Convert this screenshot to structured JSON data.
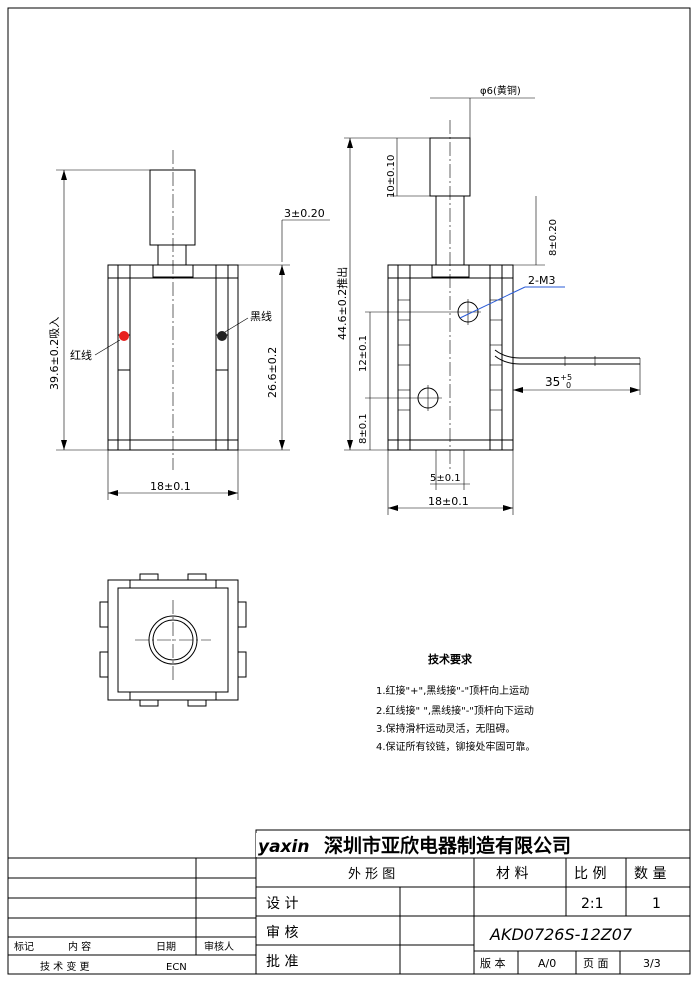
{
  "front_view": {
    "dim_total": "39.6±0.2吸入",
    "dim_stroke": "3±0.20",
    "dim_body": "26.6±0.2",
    "dim_width": "18±0.1",
    "label_red": "红线",
    "label_black": "黑线",
    "wire_colors": {
      "red": "#e8201e",
      "black": "#222222"
    }
  },
  "side_view": {
    "dim_shaft": "φ6(黄铜)",
    "dim_total": "44.6±0.2推出",
    "dim_shaft_len": "10±0.10",
    "dim_top": "8±0.20",
    "dim_mid": "12±0.1",
    "dim_bottom": "8±0.1",
    "dim_hole": "5±0.1",
    "dim_width": "18±0.1",
    "dim_screw": "2-M3",
    "dim_lead_main": "35",
    "dim_lead_tol_upper": "+5",
    "dim_lead_tol_lower": "0",
    "screw_color": "#2a5bd7"
  },
  "requirements": {
    "title": "技术要求",
    "items": [
      "1.红接\"+\",黑线接\"-\"顶杆向上运动",
      "2.红线接\" \",黑线接\"-\"顶杆向下运动",
      "3.保持滑杆运动灵活，无阻碍。",
      "4.保证所有铰链，铆接处牢固可靠。"
    ]
  },
  "title_block": {
    "logo": "yaxin",
    "company": "深圳市亚欣电器制造有限公司",
    "drawing_type": "外 形 图",
    "material_label": "材  料",
    "scale_label": "比 例",
    "quantity_label": "数 量",
    "design_label": "设 计",
    "review_label": "审 核",
    "approve_label": "批 准",
    "scale_value": "2:1",
    "quantity_value": "1",
    "part_number": "AKD0726S-12Z07",
    "version_label": "版 本",
    "version_value": "A/0",
    "page_label": "页 面",
    "page_value": "3/3"
  },
  "revision_block": {
    "col_mark": "标记",
    "col_content": "内    容",
    "col_date": "日期",
    "col_reviewer": "审核人",
    "footer_tech": "技 术 变 更",
    "footer_ecn": "ECN"
  }
}
